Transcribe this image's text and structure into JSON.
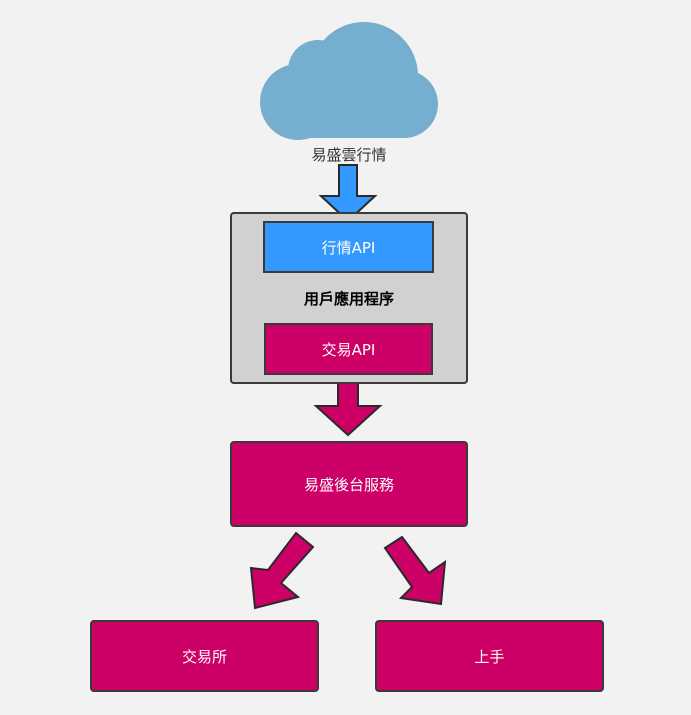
{
  "diagram": {
    "cloud": {
      "label": "易盛雲行情",
      "icon": "cloud-icon",
      "color": "#76aecf"
    },
    "client_app": {
      "label": "用戶應用程序",
      "quote_api": "行情API",
      "trade_api": "交易API"
    },
    "backend": {
      "label": "易盛後台服務"
    },
    "exchange": {
      "label": "交易所"
    },
    "upstream": {
      "label": "上手"
    },
    "colors": {
      "accent_pink": "#cc0066",
      "accent_blue": "#3399ff",
      "app_fill": "#d1d1d1",
      "background": "#f2f2f2"
    }
  }
}
